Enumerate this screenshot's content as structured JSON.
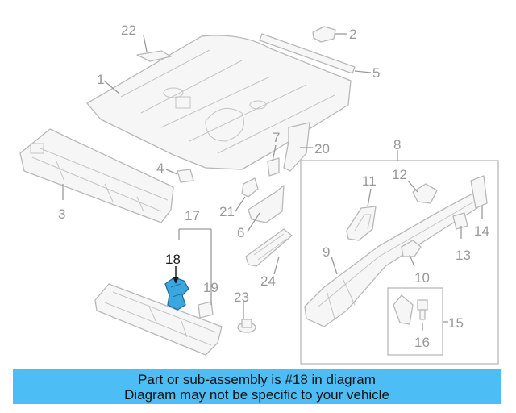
{
  "diagram": {
    "highlight_color": "#3aa7e0",
    "callouts": {
      "c1": "1",
      "c2": "2",
      "c3": "3",
      "c4": "4",
      "c5": "5",
      "c6": "6",
      "c7": "7",
      "c8": "8",
      "c9": "9",
      "c10": "10",
      "c11": "11",
      "c12": "12",
      "c13": "13",
      "c14": "14",
      "c15": "15",
      "c16": "16",
      "c17": "17",
      "c18": "18",
      "c19": "19",
      "c20": "20",
      "c21": "21",
      "c22": "22",
      "c23": "23",
      "c24": "24"
    }
  },
  "caption": {
    "background": "#4dbdf5",
    "line1": "Part or sub-assembly is #18 in diagram",
    "line2": "Diagram may not be specific to your vehicle"
  }
}
